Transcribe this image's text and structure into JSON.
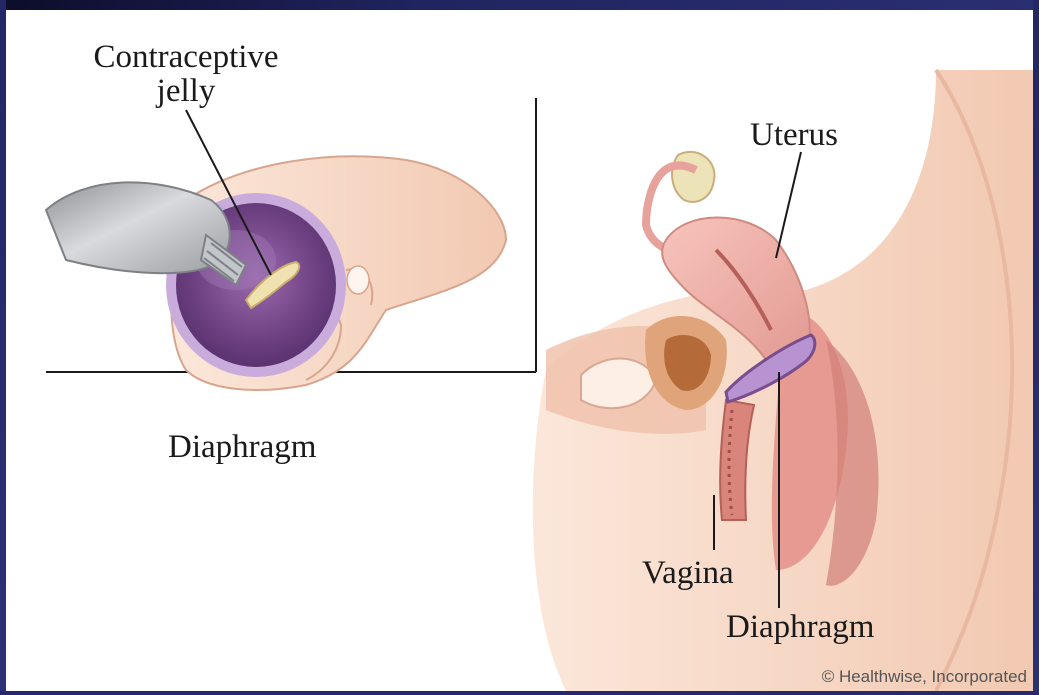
{
  "labels": {
    "contraceptive_jelly": "Contraceptive\njelly",
    "diaphragm_left": "Diaphragm",
    "uterus": "Uterus",
    "vagina": "Vagina",
    "diaphragm_right": "Diaphragm"
  },
  "credit": "© Healthwise, Incorporated",
  "colors": {
    "frame": "#1b1f5c",
    "skin": "#f6d7c3",
    "skin_shadow": "#e8b8a0",
    "tissue_pink": "#eba7a0",
    "diaphragm_purple": "#7a4d8c",
    "diaphragm_rim": "#c6a7d6",
    "tube_gray": "#b9bcc0"
  },
  "icons": {
    "tube": "jelly-tube-icon",
    "diaphragm": "diaphragm-cup-icon"
  }
}
